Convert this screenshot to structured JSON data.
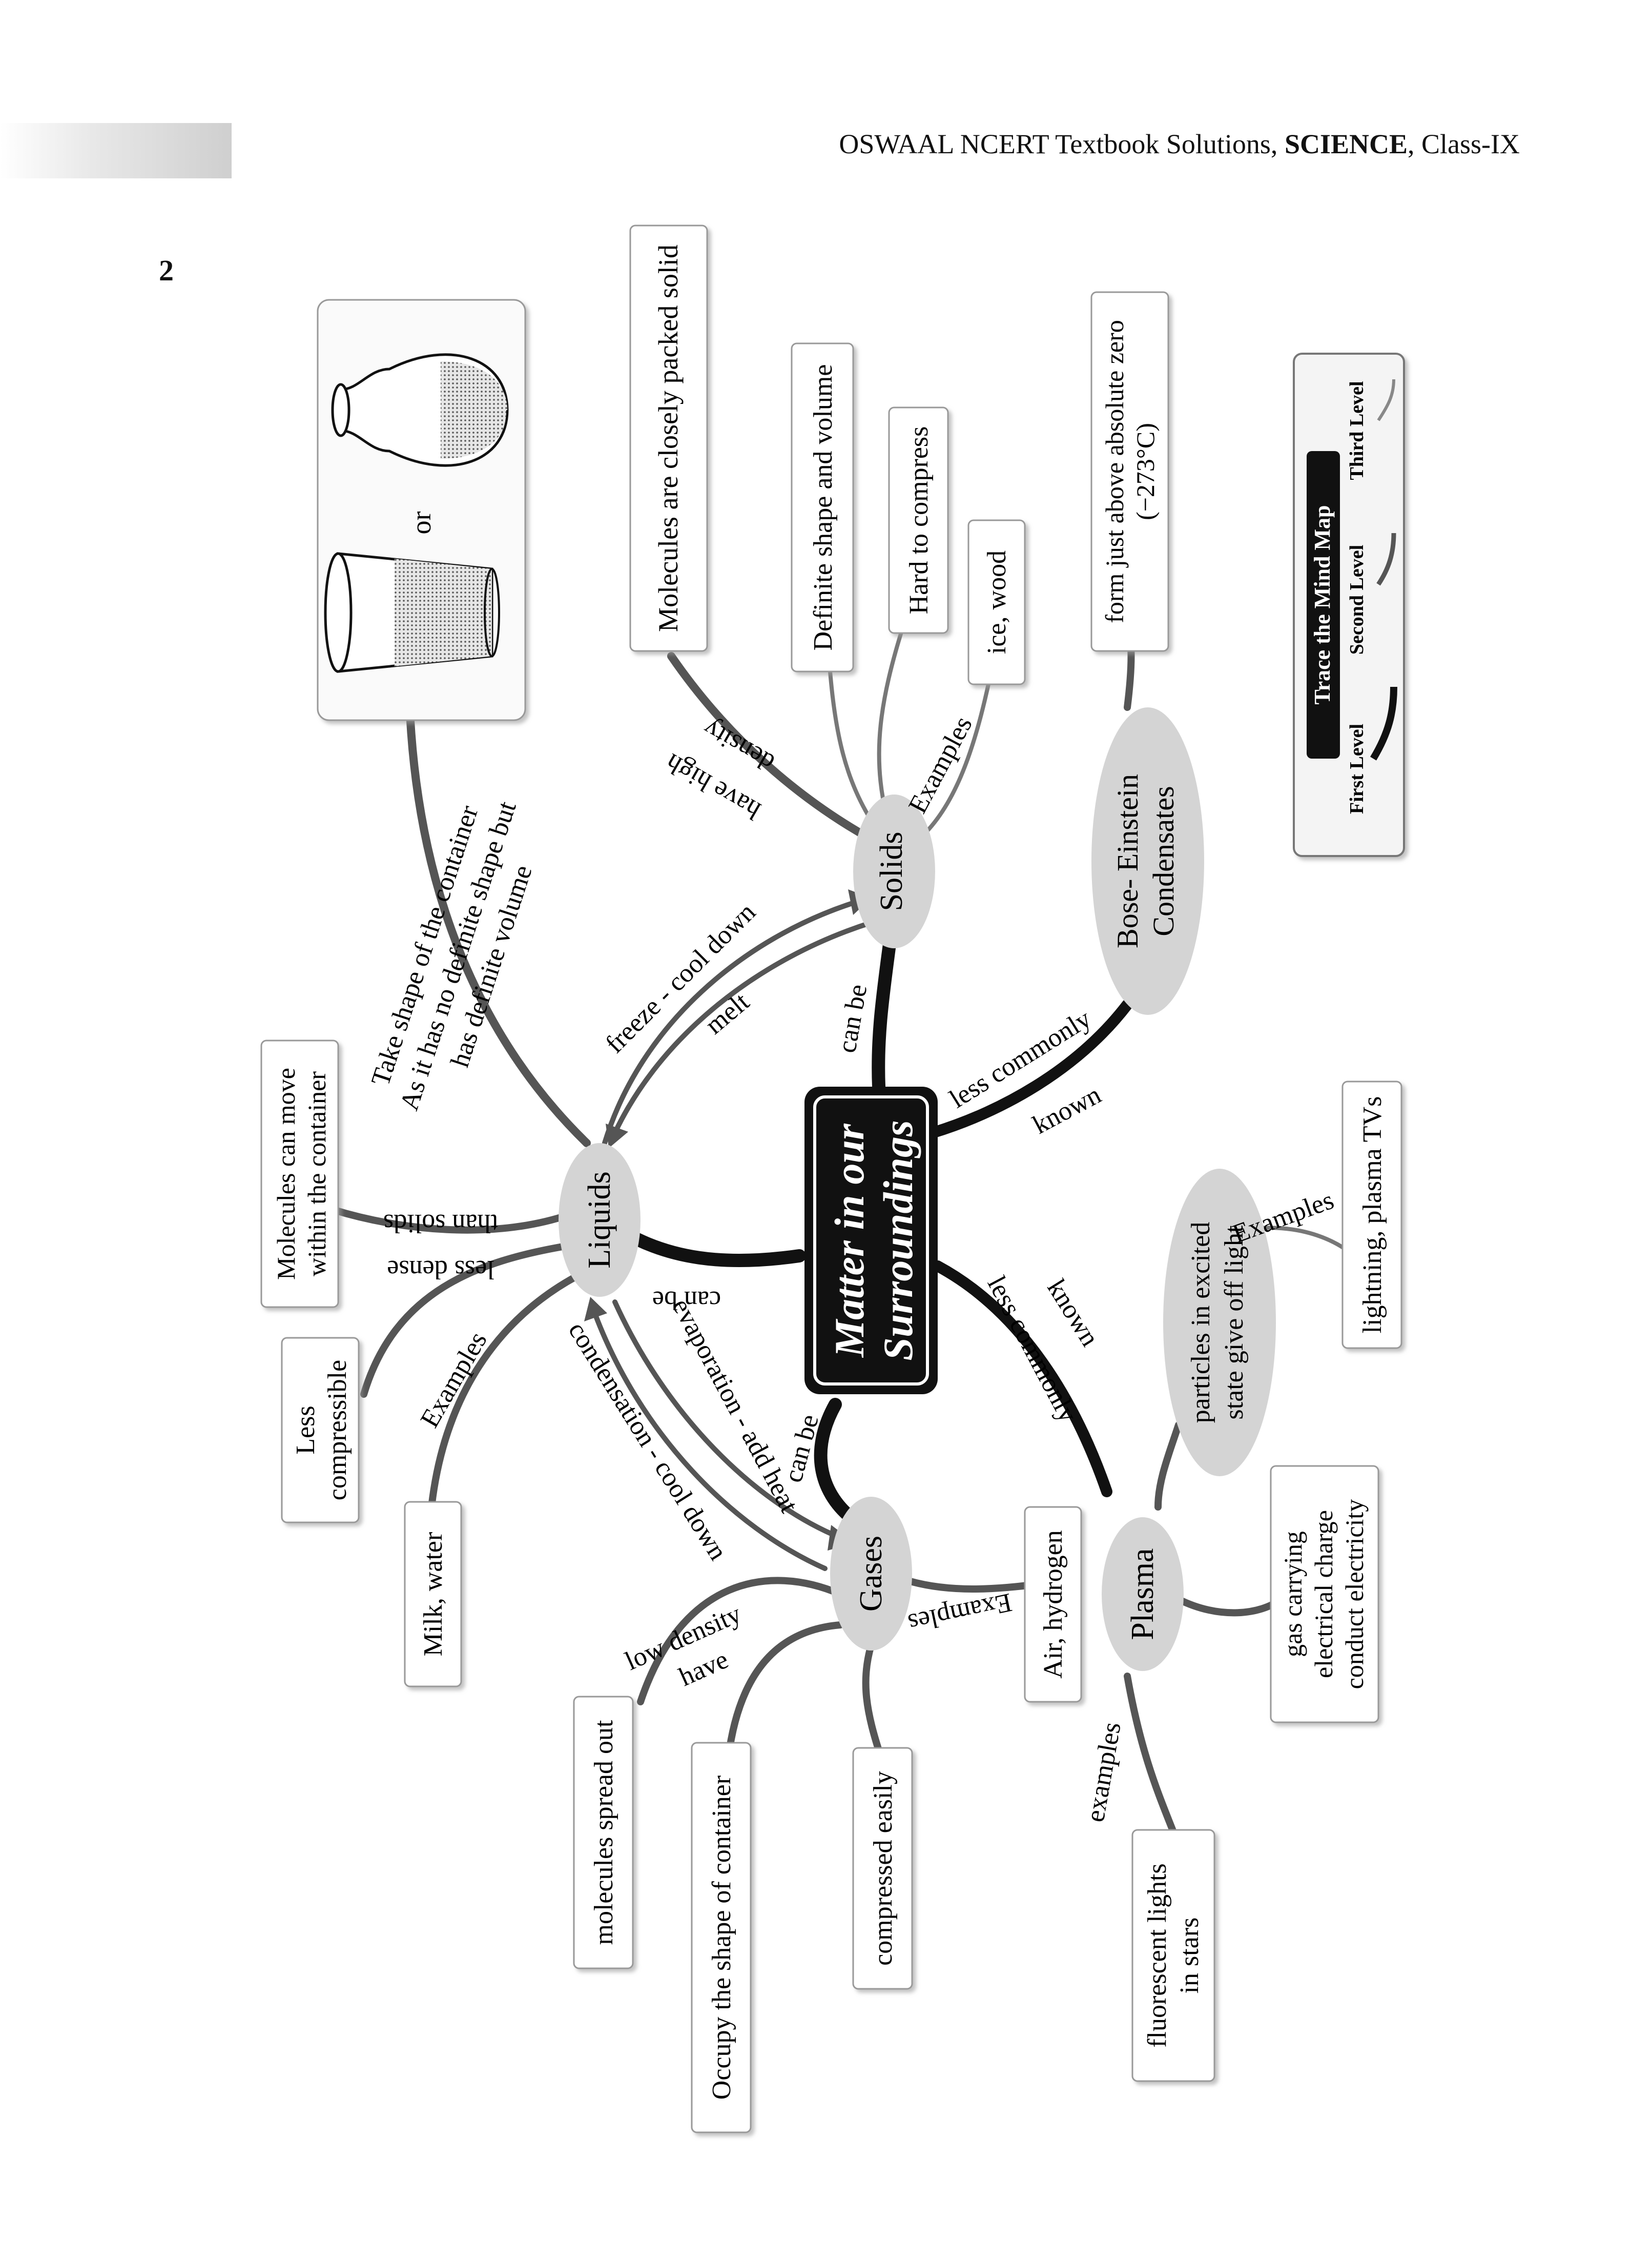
{
  "header": {
    "page_number": "2",
    "publisher": "OSWAAL NCERT Textbook Solutions, ",
    "subject": "SCIENCE",
    "class": ", Class-IX"
  },
  "center": {
    "line1": "Matter in our",
    "line2": "Surroundings"
  },
  "states": {
    "solids": "Solids",
    "liquids": "Liquids",
    "gases": "Gases",
    "plasma": "Plasma",
    "bec_line1": "Bose- Einstein",
    "bec_line2": "Condensates"
  },
  "links": {
    "solids_can_be": "can be",
    "liquids_can_be": "can be",
    "gases_can_be": "can be",
    "bec_less_commonly": "less commonly",
    "bec_known": "known",
    "plasma_less_commonly": "less commonly",
    "plasma_known": "known",
    "freeze": "freeze - cool down",
    "melt": "melt",
    "evaporation": "evaporation - add heat",
    "condensation": "condensation - cool down",
    "solids_have_high": "have high",
    "solids_density": "density",
    "solids_examples": "Examples",
    "liquids_shape_1": "Take shape of the container",
    "liquids_shape_2": "As it has no definite shape but",
    "liquids_shape_3": "has definite volume",
    "liquids_less_dense": "less dense",
    "liquids_than_solids": "than solids",
    "liquids_examples": "Examples",
    "gases_low_density": "low density",
    "gases_have": "have",
    "gases_examples": "Examples",
    "plasma_examples": "examples",
    "plasma_sub_examples": "Examples"
  },
  "boxes": {
    "solid_packed": "Molecules are closely packed solid",
    "solid_definite": "Definite shape and volume",
    "solid_hard": "Hard to compress",
    "solid_examples": "ice, wood",
    "bec_form_1": "form just above absolute zero",
    "bec_form_2": "(−273°C)",
    "liquid_move_1": "Molecules can move",
    "liquid_move_2": "within the container",
    "liquid_less_1": "Less",
    "liquid_less_2": "compressible",
    "liquid_examples": "Milk, water",
    "or_label": "or",
    "gas_spread": "molecules spread out",
    "gas_occupy": "Occupy the shape of container",
    "gas_compressed": "compressed easily",
    "gas_examples": "Air, hydrogen",
    "plasma_particles_1": "particles in excited",
    "plasma_particles_2": "state give off light",
    "plasma_lightning": "lightning, plasma TVs",
    "plasma_gas_1": "gas carrying",
    "plasma_gas_2": "electrical charge",
    "plasma_gas_3": "conduct electricity",
    "plasma_fluor_1": "fluorescent lights",
    "plasma_fluor_2": "in stars"
  },
  "legend": {
    "title": "Trace the  Mind Map",
    "first": "First Level",
    "second": "Second Level",
    "third": "Third Level"
  }
}
